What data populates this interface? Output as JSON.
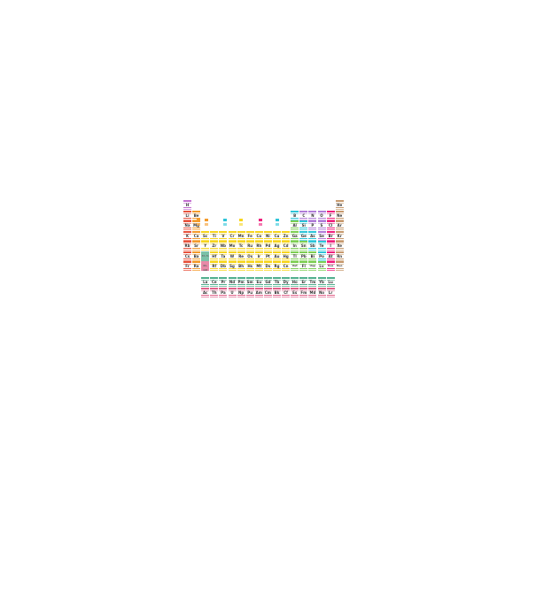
{
  "colors": {
    "alkali": "#e8533d",
    "alkaline": "#f59b2b",
    "transition": "#f7d51d",
    "post_transition": "#7dcf52",
    "metalloid": "#2ec4d8",
    "nonmetal": "#b07cd8",
    "halogen": "#ef1f7c",
    "noble": "#c79a6e",
    "lanthanide": "#4fae8c",
    "actinide": "#e0628a",
    "hydrogen": "#c36fd0"
  },
  "legend_colors": [
    "alkali",
    "alkaline",
    "metalloid",
    "transition",
    "post_transition",
    "halogen",
    "nonmetal"
  ],
  "elements": [
    {
      "s": "H",
      "c": "hydrogen",
      "col": 1,
      "row": 1
    },
    {
      "s": "He",
      "c": "noble",
      "col": 18,
      "row": 1
    },
    {
      "s": "Li",
      "c": "alkali",
      "col": 1,
      "row": 2
    },
    {
      "s": "Be",
      "c": "alkaline",
      "col": 2,
      "row": 2
    },
    {
      "s": "B",
      "c": "metalloid",
      "col": 13,
      "row": 2
    },
    {
      "s": "C",
      "c": "nonmetal",
      "col": 14,
      "row": 2
    },
    {
      "s": "N",
      "c": "nonmetal",
      "col": 15,
      "row": 2
    },
    {
      "s": "O",
      "c": "nonmetal",
      "col": 16,
      "row": 2
    },
    {
      "s": "F",
      "c": "halogen",
      "col": 17,
      "row": 2
    },
    {
      "s": "Ne",
      "c": "noble",
      "col": 18,
      "row": 2
    },
    {
      "s": "Na",
      "c": "alkali",
      "col": 1,
      "row": 3
    },
    {
      "s": "Mg",
      "c": "alkaline",
      "col": 2,
      "row": 3
    },
    {
      "s": "Al",
      "c": "post_transition",
      "col": 13,
      "row": 3
    },
    {
      "s": "Si",
      "c": "metalloid",
      "col": 14,
      "row": 3
    },
    {
      "s": "P",
      "c": "nonmetal",
      "col": 15,
      "row": 3
    },
    {
      "s": "S",
      "c": "nonmetal",
      "col": 16,
      "row": 3
    },
    {
      "s": "Cl",
      "c": "halogen",
      "col": 17,
      "row": 3
    },
    {
      "s": "Ar",
      "c": "noble",
      "col": 18,
      "row": 3
    },
    {
      "s": "K",
      "c": "alkali",
      "col": 1,
      "row": 4
    },
    {
      "s": "Ca",
      "c": "alkaline",
      "col": 2,
      "row": 4
    },
    {
      "s": "Sc",
      "c": "transition",
      "col": 3,
      "row": 4
    },
    {
      "s": "Ti",
      "c": "transition",
      "col": 4,
      "row": 4
    },
    {
      "s": "V",
      "c": "transition",
      "col": 5,
      "row": 4
    },
    {
      "s": "Cr",
      "c": "transition",
      "col": 6,
      "row": 4
    },
    {
      "s": "Mn",
      "c": "transition",
      "col": 7,
      "row": 4
    },
    {
      "s": "Fe",
      "c": "transition",
      "col": 8,
      "row": 4
    },
    {
      "s": "Co",
      "c": "transition",
      "col": 9,
      "row": 4
    },
    {
      "s": "Ni",
      "c": "transition",
      "col": 10,
      "row": 4
    },
    {
      "s": "Cu",
      "c": "transition",
      "col": 11,
      "row": 4
    },
    {
      "s": "Zn",
      "c": "transition",
      "col": 12,
      "row": 4
    },
    {
      "s": "Ga",
      "c": "post_transition",
      "col": 13,
      "row": 4
    },
    {
      "s": "Ge",
      "c": "metalloid",
      "col": 14,
      "row": 4
    },
    {
      "s": "As",
      "c": "metalloid",
      "col": 15,
      "row": 4
    },
    {
      "s": "Se",
      "c": "nonmetal",
      "col": 16,
      "row": 4
    },
    {
      "s": "Br",
      "c": "halogen",
      "col": 17,
      "row": 4
    },
    {
      "s": "Kr",
      "c": "noble",
      "col": 18,
      "row": 4
    },
    {
      "s": "Rb",
      "c": "alkali",
      "col": 1,
      "row": 5
    },
    {
      "s": "Sr",
      "c": "alkaline",
      "col": 2,
      "row": 5
    },
    {
      "s": "Y",
      "c": "transition",
      "col": 3,
      "row": 5
    },
    {
      "s": "Zr",
      "c": "transition",
      "col": 4,
      "row": 5
    },
    {
      "s": "Nb",
      "c": "transition",
      "col": 5,
      "row": 5
    },
    {
      "s": "Mo",
      "c": "transition",
      "col": 6,
      "row": 5
    },
    {
      "s": "Tc",
      "c": "transition",
      "col": 7,
      "row": 5
    },
    {
      "s": "Ru",
      "c": "transition",
      "col": 8,
      "row": 5
    },
    {
      "s": "Rh",
      "c": "transition",
      "col": 9,
      "row": 5
    },
    {
      "s": "Pd",
      "c": "transition",
      "col": 10,
      "row": 5
    },
    {
      "s": "Ag",
      "c": "transition",
      "col": 11,
      "row": 5
    },
    {
      "s": "Cd",
      "c": "transition",
      "col": 12,
      "row": 5
    },
    {
      "s": "In",
      "c": "post_transition",
      "col": 13,
      "row": 5
    },
    {
      "s": "Sn",
      "c": "post_transition",
      "col": 14,
      "row": 5
    },
    {
      "s": "Sb",
      "c": "metalloid",
      "col": 15,
      "row": 5
    },
    {
      "s": "Te",
      "c": "metalloid",
      "col": 16,
      "row": 5
    },
    {
      "s": "I",
      "c": "halogen",
      "col": 17,
      "row": 5
    },
    {
      "s": "Xe",
      "c": "noble",
      "col": 18,
      "row": 5
    },
    {
      "s": "Cs",
      "c": "alkali",
      "col": 1,
      "row": 6
    },
    {
      "s": "Ba",
      "c": "alkaline",
      "col": 2,
      "row": 6
    },
    {
      "s": "57-71",
      "c": "lanthanide",
      "col": 3,
      "row": 6
    },
    {
      "s": "Hf",
      "c": "transition",
      "col": 4,
      "row": 6
    },
    {
      "s": "Ta",
      "c": "transition",
      "col": 5,
      "row": 6
    },
    {
      "s": "W",
      "c": "transition",
      "col": 6,
      "row": 6
    },
    {
      "s": "Re",
      "c": "transition",
      "col": 7,
      "row": 6
    },
    {
      "s": "Os",
      "c": "transition",
      "col": 8,
      "row": 6
    },
    {
      "s": "Ir",
      "c": "transition",
      "col": 9,
      "row": 6
    },
    {
      "s": "Pt",
      "c": "transition",
      "col": 10,
      "row": 6
    },
    {
      "s": "Au",
      "c": "transition",
      "col": 11,
      "row": 6
    },
    {
      "s": "Hg",
      "c": "transition",
      "col": 12,
      "row": 6
    },
    {
      "s": "Tl",
      "c": "post_transition",
      "col": 13,
      "row": 6
    },
    {
      "s": "Pb",
      "c": "post_transition",
      "col": 14,
      "row": 6
    },
    {
      "s": "Bi",
      "c": "post_transition",
      "col": 15,
      "row": 6
    },
    {
      "s": "Po",
      "c": "metalloid",
      "col": 16,
      "row": 6
    },
    {
      "s": "At",
      "c": "halogen",
      "col": 17,
      "row": 6
    },
    {
      "s": "Rn",
      "c": "noble",
      "col": 18,
      "row": 6
    },
    {
      "s": "Fr",
      "c": "alkali",
      "col": 1,
      "row": 7
    },
    {
      "s": "Ra",
      "c": "alkaline",
      "col": 2,
      "row": 7
    },
    {
      "s": "89-103",
      "c": "actinide",
      "col": 3,
      "row": 7
    },
    {
      "s": "Rf",
      "c": "transition",
      "col": 4,
      "row": 7
    },
    {
      "s": "Db",
      "c": "transition",
      "col": 5,
      "row": 7
    },
    {
      "s": "Sg",
      "c": "transition",
      "col": 6,
      "row": 7
    },
    {
      "s": "Bh",
      "c": "transition",
      "col": 7,
      "row": 7
    },
    {
      "s": "Hs",
      "c": "transition",
      "col": 8,
      "row": 7
    },
    {
      "s": "Mt",
      "c": "transition",
      "col": 9,
      "row": 7
    },
    {
      "s": "Ds",
      "c": "transition",
      "col": 10,
      "row": 7
    },
    {
      "s": "Rg",
      "c": "transition",
      "col": 11,
      "row": 7
    },
    {
      "s": "Cn",
      "c": "transition",
      "col": 12,
      "row": 7
    },
    {
      "s": "Uut",
      "c": "post_transition",
      "col": 13,
      "row": 7
    },
    {
      "s": "Fl",
      "c": "post_transition",
      "col": 14,
      "row": 7
    },
    {
      "s": "Uup",
      "c": "post_transition",
      "col": 15,
      "row": 7
    },
    {
      "s": "Lv",
      "c": "post_transition",
      "col": 16,
      "row": 7
    },
    {
      "s": "Uus",
      "c": "halogen",
      "col": 17,
      "row": 7
    },
    {
      "s": "Uuo",
      "c": "noble",
      "col": 18,
      "row": 7
    },
    {
      "s": "La",
      "c": "lanthanide",
      "col": 3,
      "row": 9
    },
    {
      "s": "Ce",
      "c": "lanthanide",
      "col": 4,
      "row": 9
    },
    {
      "s": "Pr",
      "c": "lanthanide",
      "col": 5,
      "row": 9
    },
    {
      "s": "Nd",
      "c": "lanthanide",
      "col": 6,
      "row": 9
    },
    {
      "s": "Pm",
      "c": "lanthanide",
      "col": 7,
      "row": 9
    },
    {
      "s": "Sm",
      "c": "lanthanide",
      "col": 8,
      "row": 9
    },
    {
      "s": "Eu",
      "c": "lanthanide",
      "col": 9,
      "row": 9
    },
    {
      "s": "Gd",
      "c": "lanthanide",
      "col": 10,
      "row": 9
    },
    {
      "s": "Tb",
      "c": "lanthanide",
      "col": 11,
      "row": 9
    },
    {
      "s": "Dy",
      "c": "lanthanide",
      "col": 12,
      "row": 9
    },
    {
      "s": "Ho",
      "c": "lanthanide",
      "col": 13,
      "row": 9
    },
    {
      "s": "Er",
      "c": "lanthanide",
      "col": 14,
      "row": 9
    },
    {
      "s": "Tm",
      "c": "lanthanide",
      "col": 15,
      "row": 9
    },
    {
      "s": "Yb",
      "c": "lanthanide",
      "col": 16,
      "row": 9
    },
    {
      "s": "Lu",
      "c": "lanthanide",
      "col": 17,
      "row": 9
    },
    {
      "s": "Ac",
      "c": "actinide",
      "col": 3,
      "row": 10
    },
    {
      "s": "Th",
      "c": "actinide",
      "col": 4,
      "row": 10
    },
    {
      "s": "Pa",
      "c": "actinide",
      "col": 5,
      "row": 10
    },
    {
      "s": "U",
      "c": "actinide",
      "col": 6,
      "row": 10
    },
    {
      "s": "Np",
      "c": "actinide",
      "col": 7,
      "row": 10
    },
    {
      "s": "Pu",
      "c": "actinide",
      "col": 8,
      "row": 10
    },
    {
      "s": "Am",
      "c": "actinide",
      "col": 9,
      "row": 10
    },
    {
      "s": "Cm",
      "c": "actinide",
      "col": 10,
      "row": 10
    },
    {
      "s": "Bk",
      "c": "actinide",
      "col": 11,
      "row": 10
    },
    {
      "s": "Cf",
      "c": "actinide",
      "col": 12,
      "row": 10
    },
    {
      "s": "Es",
      "c": "actinide",
      "col": 13,
      "row": 10
    },
    {
      "s": "Fm",
      "c": "actinide",
      "col": 14,
      "row": 10
    },
    {
      "s": "Md",
      "c": "actinide",
      "col": 15,
      "row": 10
    },
    {
      "s": "No",
      "c": "actinide",
      "col": 16,
      "row": 10
    },
    {
      "s": "Lr",
      "c": "actinide",
      "col": 17,
      "row": 10
    }
  ]
}
